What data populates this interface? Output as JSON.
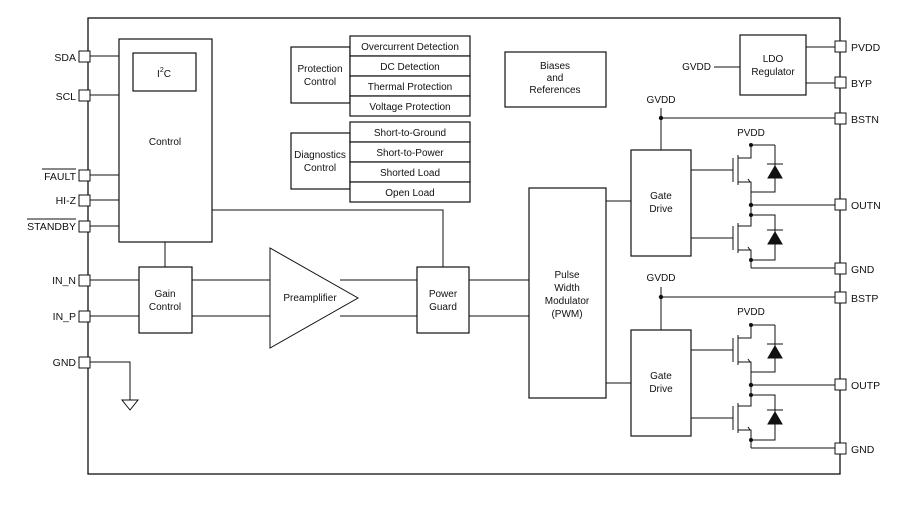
{
  "pins_left": {
    "sda": "SDA",
    "scl": "SCL",
    "fault": "FAULT",
    "hiz": "HI-Z",
    "standby": "STANDBY",
    "in_n": "IN_N",
    "in_p": "IN_P",
    "gnd": "GND"
  },
  "pins_right": {
    "pvdd": "PVDD",
    "byp": "BYP",
    "bstn": "BSTN",
    "outn": "OUTN",
    "gnd1": "GND",
    "bstp": "BSTP",
    "outp": "OUTP",
    "gnd2": "GND"
  },
  "blocks": {
    "i2c": "I",
    "i2c_sup": "2",
    "i2c_c": "C",
    "control": "Control",
    "protection_title_1": "Protection",
    "protection_title_2": "Control",
    "protection_items": [
      "Overcurrent Detection",
      "DC Detection",
      "Thermal Protection",
      "Voltage Protection"
    ],
    "diagnostics_title_1": "Diagnostics",
    "diagnostics_title_2": "Control",
    "diagnostics_items": [
      "Short-to-Ground",
      "Short-to-Power",
      "Shorted Load",
      "Open Load"
    ],
    "biases_1": "Biases",
    "biases_2": "and",
    "biases_3": "References",
    "ldo_1": "LDO",
    "ldo_2": "Regulator",
    "gain_1": "Gain",
    "gain_2": "Control",
    "preamp": "Preamplifier",
    "power_guard_1": "Power",
    "power_guard_2": "Guard",
    "pwm_1": "Pulse",
    "pwm_2": "Width",
    "pwm_3": "Modulator",
    "pwm_4": "(PWM)",
    "gate_drive_1": "Gate",
    "gate_drive_2": "Drive"
  },
  "nets": {
    "gvdd": "GVDD",
    "pvdd": "PVDD"
  }
}
